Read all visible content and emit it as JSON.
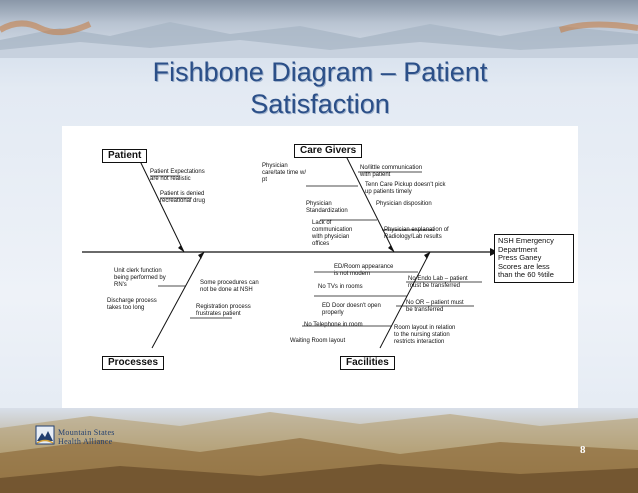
{
  "slide": {
    "title_line1": "Fishbone Diagram – Patient",
    "title_line2": "Satisfaction",
    "page_number": "8"
  },
  "logo": {
    "line1": "Mountain States",
    "line2": "Health Alliance"
  },
  "diagram": {
    "effect": "NSH Emergency\nDepartment\nPress Ganey\nScores are less\nthan the 60 %tile",
    "categories": {
      "patient": "Patient",
      "care_givers": "Care Givers",
      "processes": "Processes",
      "facilities": "Facilities"
    },
    "causes": {
      "patient": [
        "Patient Expectations\nare not realistic",
        "Patient is denied\nrecreational drug"
      ],
      "care_givers": [
        "Physician\ncare/tate time w/\npt",
        "No/little communication\nwith patient",
        "Tenn Care Pickup doesn't pick\nup patients timely",
        "Physician\nStandardization",
        "Physician disposition",
        "Lack of\ncommunication\nwith physician\noffices",
        "Physician explanation of\nRadiology/Lab results"
      ],
      "processes": [
        "Unit clerk function\nbeing performed by\nRN's",
        "Discharge process\ntakes too long",
        "Some procedures can\nnot be done at NSH",
        "Registration process\nfrustrates patient"
      ],
      "facilities": [
        "ED/Room appearance\nis not modern",
        "No TVs in rooms",
        "ED Door doesn't open\nproperly",
        "No Telephone in room",
        "Waiting Room layout",
        "No Endo Lab – patient\nmust be transferred",
        "No OR – patient must\nbe transferred",
        "Room layout in relation\nto the nursing station\nrestricts interaction"
      ]
    }
  },
  "colors": {
    "title": "#2b4f88",
    "logo": "#223f6f"
  }
}
